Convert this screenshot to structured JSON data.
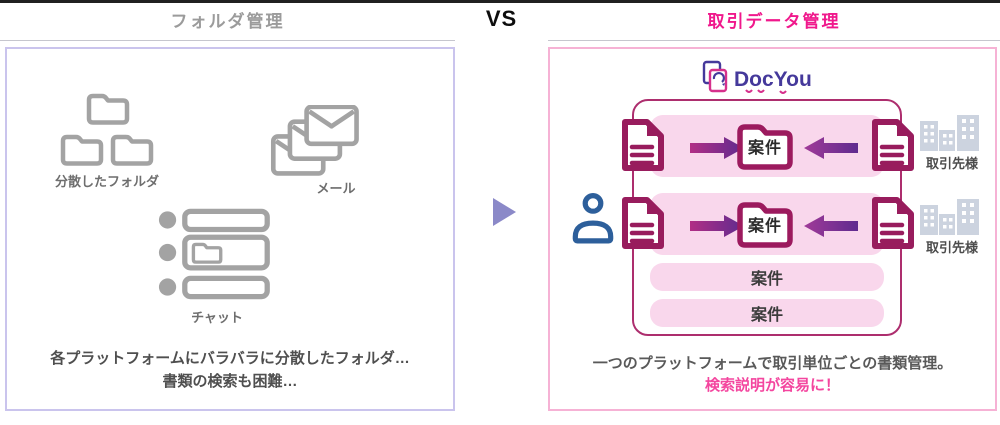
{
  "header": {
    "left_title": "フォルダ管理",
    "vs_label": "VS",
    "right_title": "取引データ管理"
  },
  "left_panel": {
    "scattered_folders_label": "分散したフォルダ",
    "mail_label": "メール",
    "chat_label": "チャット",
    "caption_line1": "各プラットフォームにバラバラに分散したフォルダ…",
    "caption_line2": "書類の検索も困難…"
  },
  "right_panel": {
    "logo_text": "DocYou",
    "rows": [
      {
        "case_label": "案件"
      },
      {
        "case_label": "案件"
      },
      {
        "case_label": "案件"
      },
      {
        "case_label": "案件"
      }
    ],
    "partners": [
      {
        "label": "取引先様"
      },
      {
        "label": "取引先様"
      }
    ],
    "caption_line1": "一つのプラットフォームで取引単位ごとの書類管理。",
    "caption_line2": "検索説明が容易に！"
  },
  "colors": {
    "left_box_border": "#cac4ed",
    "right_box_border": "#f6b2d5",
    "right_title_pink": "#f0188c",
    "magenta": "#9c1a5e",
    "inner_box_border": "#ad2e6e",
    "pink_bar_fill": "#f9d7ec",
    "arrow_gradient_start": "#b12e85",
    "arrow_gradient_end": "#5f2b8f",
    "gray_icon": "#a3a3a3",
    "person_blue": "#2d5f9b",
    "building_gray": "#ccd3df",
    "logo_indigo": "#45399b",
    "logo_pink": "#d6308c",
    "vs_triangle": "#8b89c8"
  }
}
